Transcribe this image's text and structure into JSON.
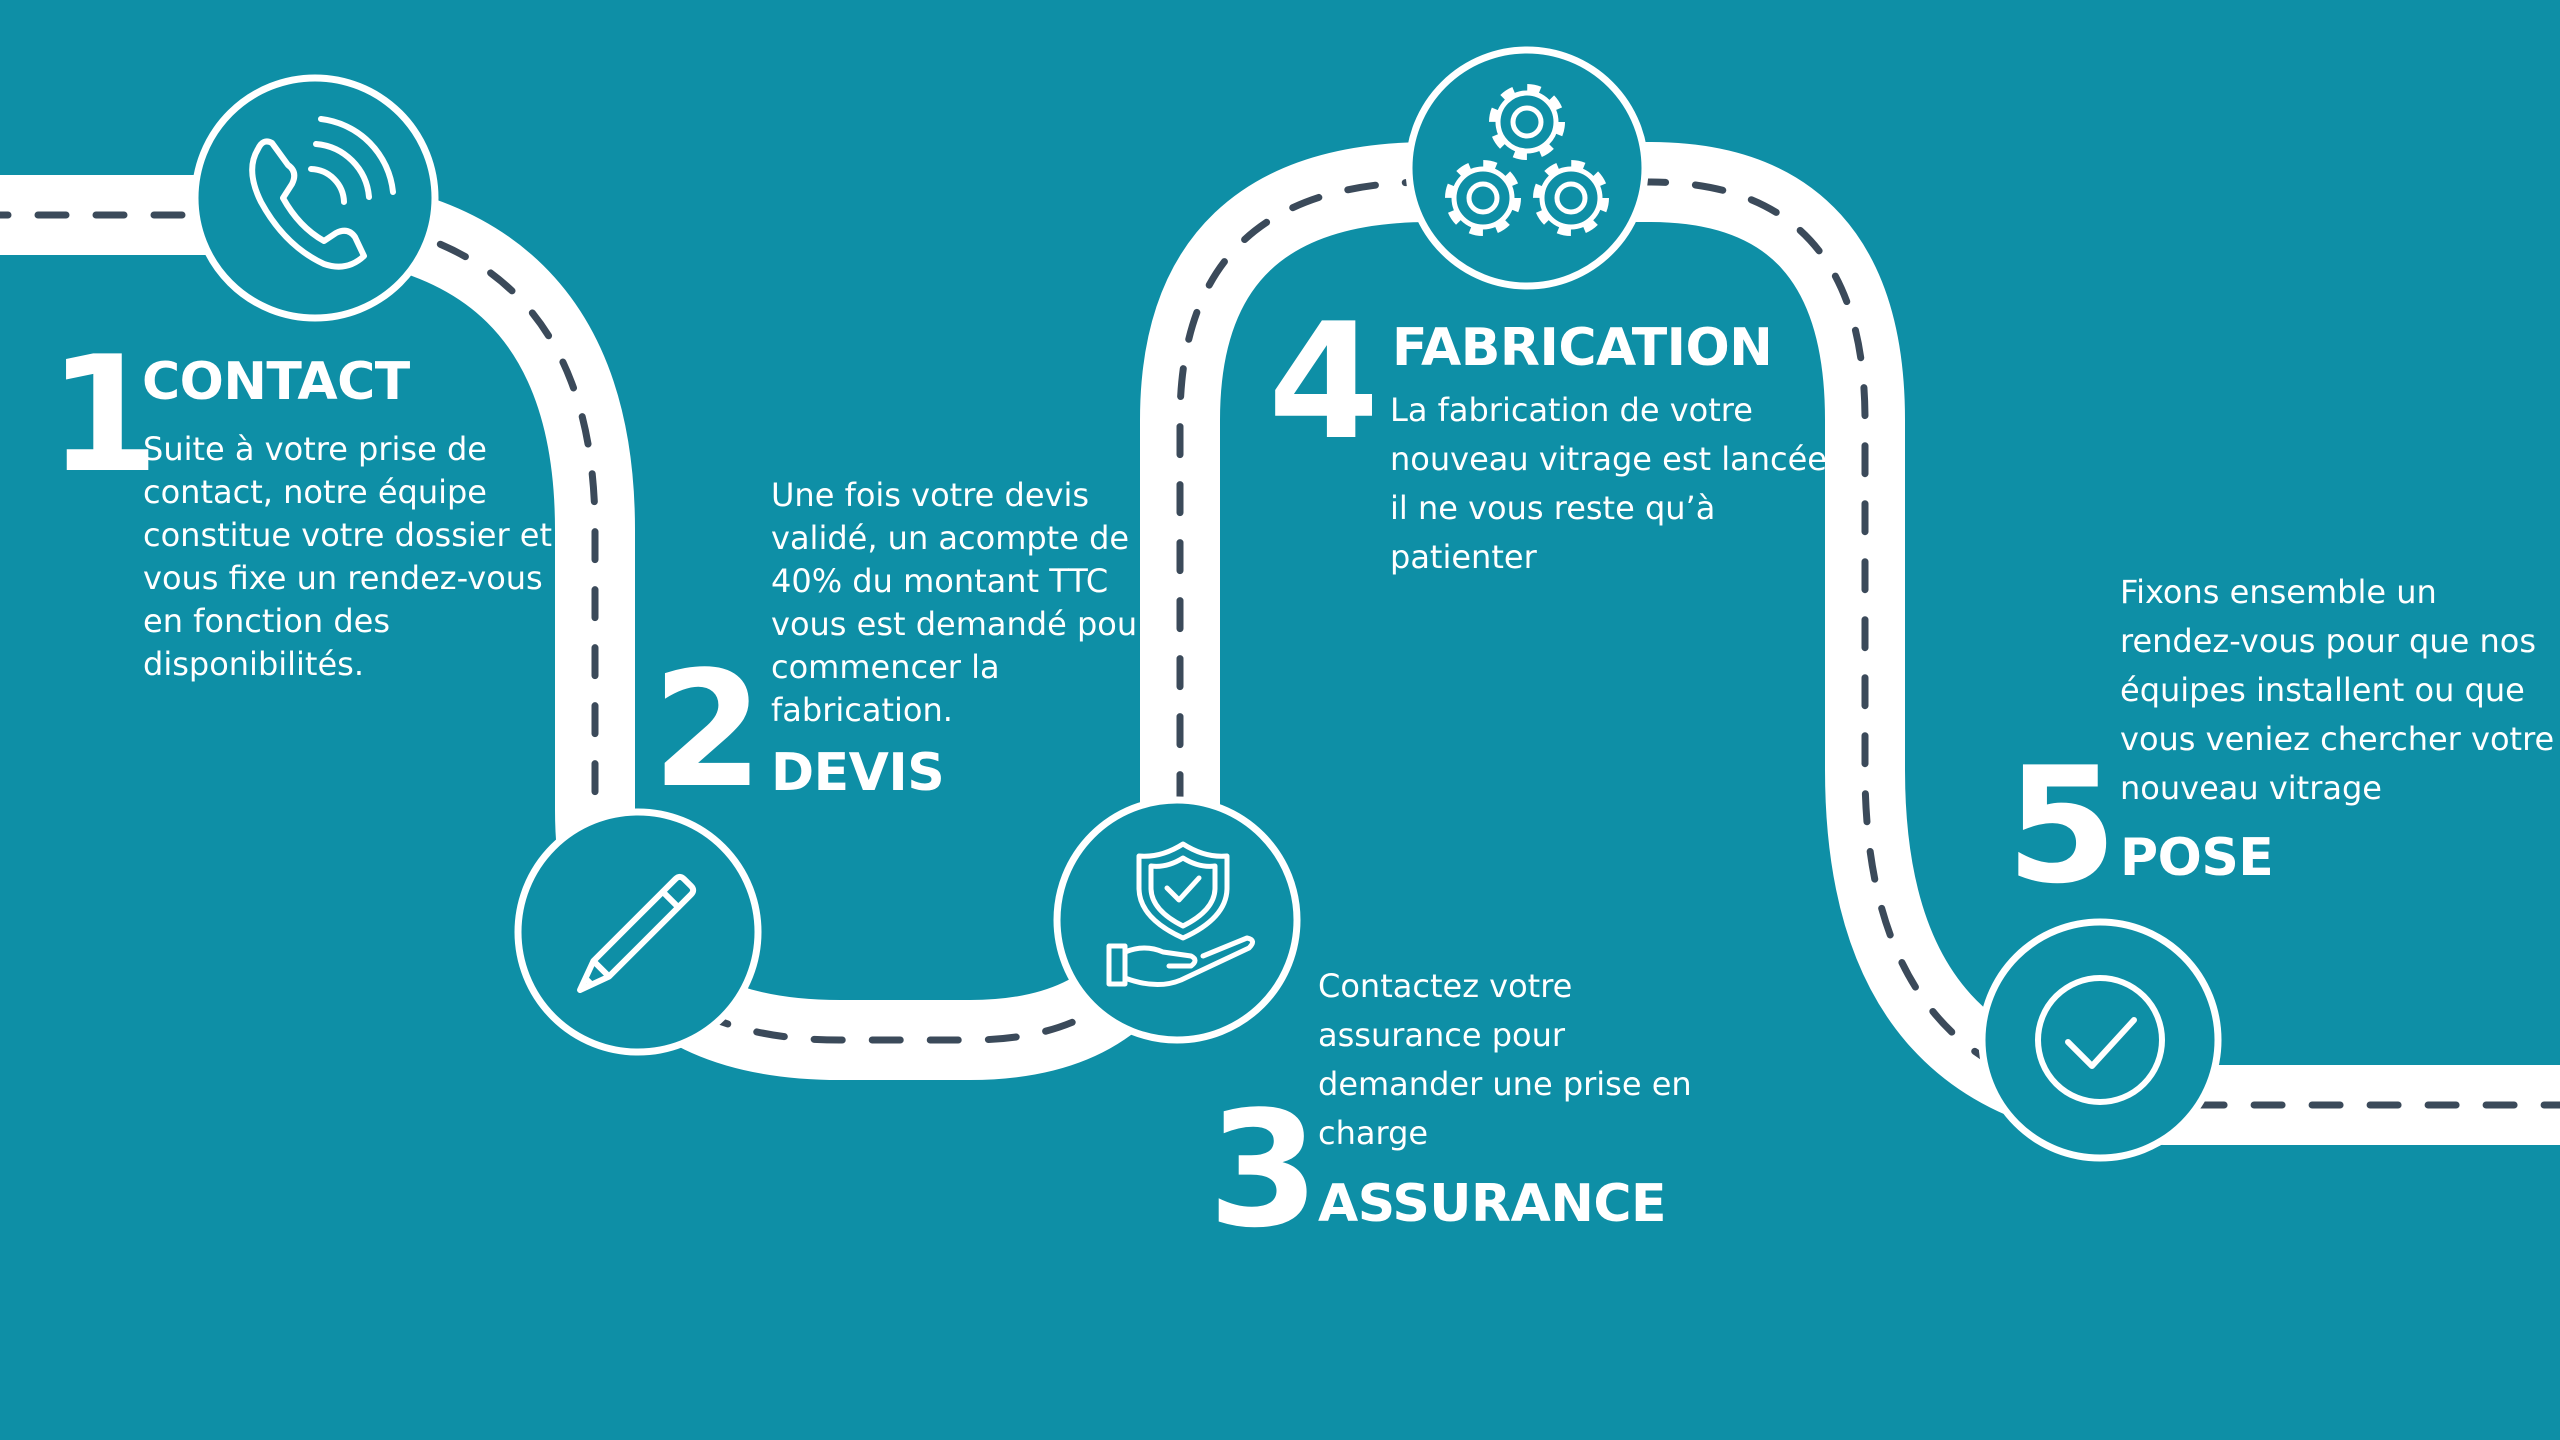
{
  "steps": [
    {
      "number": "1",
      "title": "CONTACT",
      "description": "Suite à votre prise de\ncontact, notre équipe\nconstitue votre dossier et\nvous fixe un rendez-vous\nen fonction des\ndisponibilités.",
      "icon": "phone-icon"
    },
    {
      "number": "2",
      "title": "DEVIS",
      "description": "Une fois votre devis\nvalidé, un acompte de\n40% du montant TTC\nvous est demandé pour\ncommencer la\nfabrication.",
      "icon": "pencil-icon"
    },
    {
      "number": "3",
      "title": "ASSURANCE",
      "description": "Contactez votre\nassurance pour\ndemander une prise en\ncharge",
      "icon": "shield-hand-icon"
    },
    {
      "number": "4",
      "title": "FABRICATION",
      "description": "La fabrication de votre\nnouveau vitrage est lancée,\nil ne vous reste qu’à\npatienter",
      "icon": "gears-icon"
    },
    {
      "number": "5",
      "title": "POSE",
      "description": "Fixons ensemble un\nrendez-vous pour que nos\néquipes installent ou que\nvous veniez chercher votre\nnouveau vitrage",
      "icon": "checkmark-icon"
    }
  ],
  "colors": {
    "background": "#0e8fa6",
    "road": "#ffffff",
    "road_dash": "#3b4a5a",
    "text": "#ffffff"
  }
}
